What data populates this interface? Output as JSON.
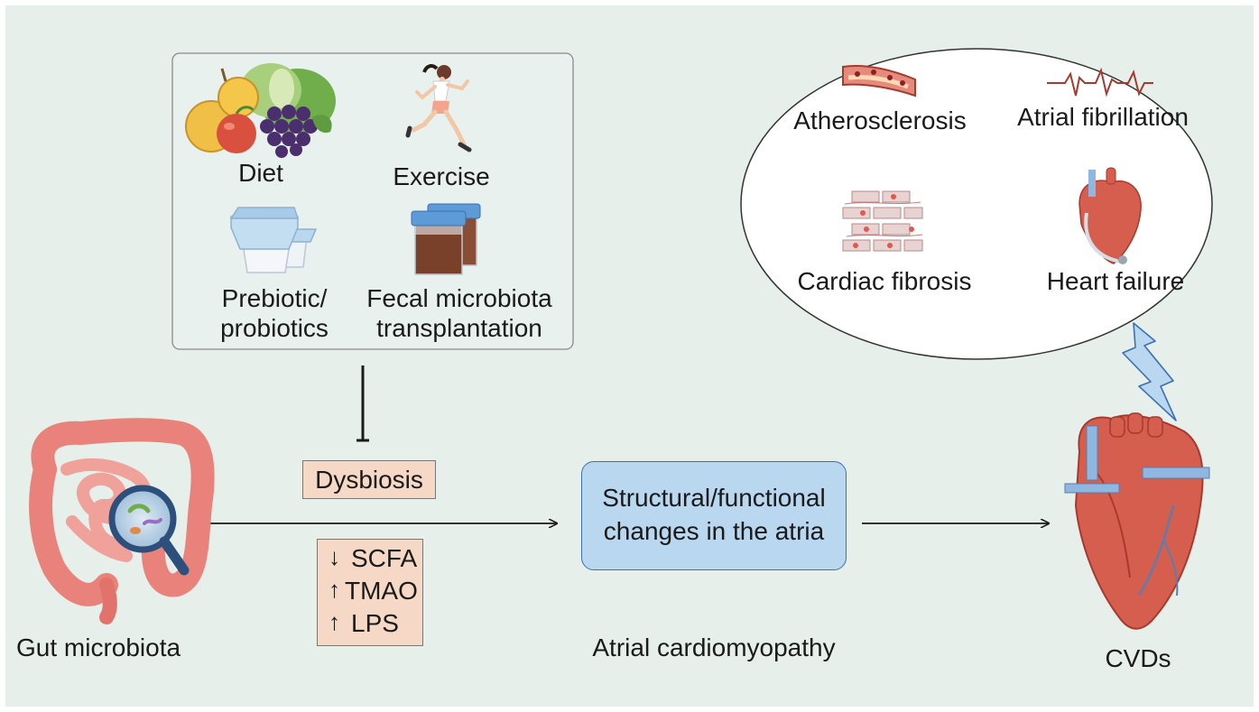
{
  "interventions": {
    "diet": "Diet",
    "exercise": "Exercise",
    "prebiotic_line1": "Prebiotic/",
    "prebiotic_line2": "probiotics",
    "fmt_line1": "Fecal microbiota",
    "fmt_line2": "transplantation"
  },
  "dysbiosis": "Dysbiosis",
  "metabolites": [
    {
      "direction": "down",
      "label": "SCFA"
    },
    {
      "direction": "up",
      "label": "TMAO"
    },
    {
      "direction": "up",
      "label": "LPS"
    }
  ],
  "gut_label": "Gut microbiota",
  "atria_box_line1": "Structural/functional",
  "atria_box_line2": "changes in the atria",
  "atrial_label": "Atrial cardiomyopathy",
  "cvds_label": "CVDs",
  "diseases": {
    "atherosclerosis": "Atherosclerosis",
    "atrial_fibrillation": "Atrial fibrillation",
    "cardiac_fibrosis": "Cardiac fibrosis",
    "heart_failure": "Heart failure"
  },
  "colors": {
    "background": "#e6efea",
    "intervention_box": "#e8f1ed",
    "tag_fill": "#f5d9c6",
    "atria_fill": "#b9d7ee",
    "atria_border": "#3c6fb4",
    "arrow": "#1a1a1a"
  }
}
